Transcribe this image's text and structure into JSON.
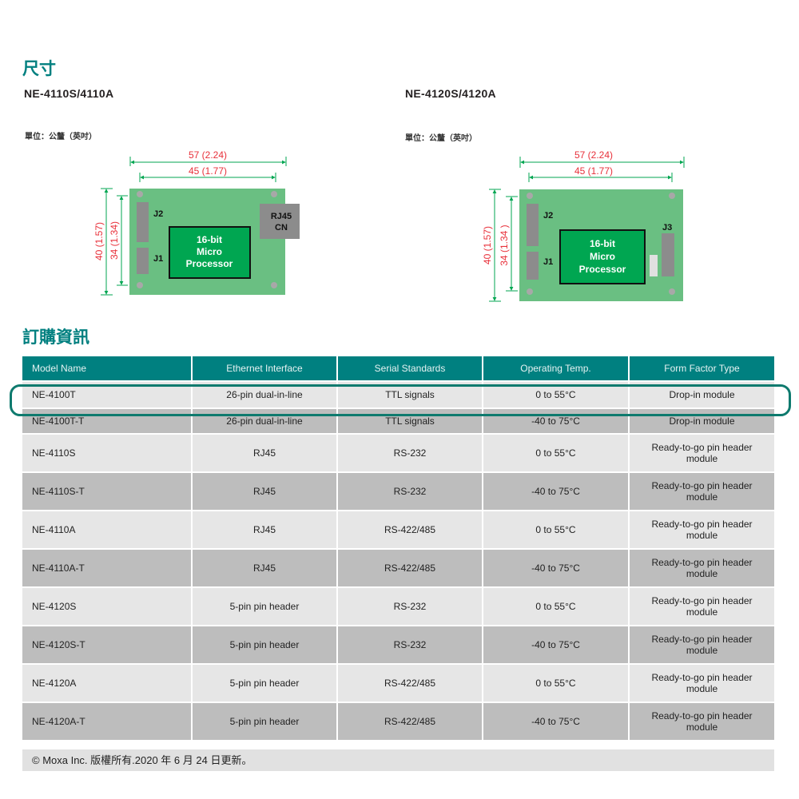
{
  "sections": {
    "dimensions_title": "尺寸",
    "ordering_title": "訂購資訊"
  },
  "diagrams": [
    {
      "model": "NE-4110S/4110A",
      "unit_label": "單位：公釐（英吋）",
      "width_outer": "57 (2.24)",
      "width_inner": "45 (1.77)",
      "height_outer": "40 (1.57)",
      "height_inner": "34 (1.34)",
      "connector_j2": "J2",
      "connector_j1": "J1",
      "chip_line1": "16-bit",
      "chip_line2": "Micro",
      "chip_line3": "Processor",
      "rj45_line1": "RJ45",
      "rj45_line2": "CN"
    },
    {
      "model": "NE-4120S/4120A",
      "unit_label": "單位：公釐（英吋）",
      "width_outer": "57 (2.24)",
      "width_inner": "45 (1.77)",
      "height_outer": "40 (1.57)",
      "height_inner": "34 (1.34 )",
      "connector_j2": "J2",
      "connector_j1": "J1",
      "connector_j3": "J3",
      "chip_line1": "16-bit",
      "chip_line2": "Micro",
      "chip_line3": "Processor"
    }
  ],
  "table": {
    "headers": [
      "Model Name",
      "Ethernet Interface",
      "Serial Standards",
      "Operating Temp.",
      "Form Factor Type"
    ],
    "rows": [
      [
        "NE-4100T",
        "26-pin dual-in-line",
        "TTL signals",
        "0 to 55°C",
        "Drop-in module"
      ],
      [
        "NE-4100T-T",
        "26-pin dual-in-line",
        "TTL signals",
        "-40 to 75°C",
        "Drop-in module"
      ],
      [
        "NE-4110S",
        "RJ45",
        "RS-232",
        "0 to 55°C",
        "Ready-to-go pin header module"
      ],
      [
        "NE-4110S-T",
        "RJ45",
        "RS-232",
        "-40 to 75°C",
        "Ready-to-go pin header module"
      ],
      [
        "NE-4110A",
        "RJ45",
        "RS-422/485",
        "0 to 55°C",
        "Ready-to-go pin header module"
      ],
      [
        "NE-4110A-T",
        "RJ45",
        "RS-422/485",
        "-40 to 75°C",
        "Ready-to-go pin header module"
      ],
      [
        "NE-4120S",
        "5-pin pin header",
        "RS-232",
        "0 to 55°C",
        "Ready-to-go pin header module"
      ],
      [
        "NE-4120S-T",
        "5-pin pin header",
        "RS-232",
        "-40 to 75°C",
        "Ready-to-go pin header module"
      ],
      [
        "NE-4120A",
        "5-pin pin header",
        "RS-422/485",
        "0 to 55°C",
        "Ready-to-go pin header module"
      ],
      [
        "NE-4120A-T",
        "5-pin pin header",
        "RS-422/485",
        "-40 to 75°C",
        "Ready-to-go pin header module"
      ]
    ],
    "highlighted_row": 0
  },
  "footer": "© Moxa Inc. 版權所有.2020 年 6 月 24 日更新。",
  "colors": {
    "accent": "#008080",
    "board": "#6abf82",
    "chip": "#00a651",
    "dimension_text": "#e8303a",
    "dimension_line": "#00a651",
    "row_light": "#e6e6e6",
    "row_dark": "#bdbdbd"
  }
}
